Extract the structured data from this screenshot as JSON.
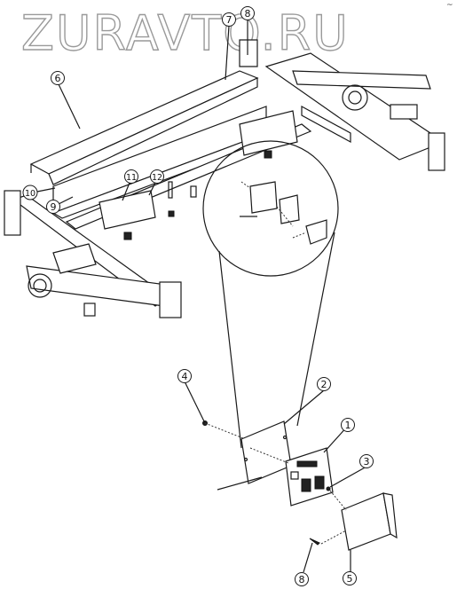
{
  "watermark": "ZURAVTO.RU",
  "corner_mark": "~",
  "callouts": [
    {
      "label": "1"
    },
    {
      "label": "2"
    },
    {
      "label": "3"
    },
    {
      "label": "4"
    },
    {
      "label": "5"
    },
    {
      "label": "6"
    },
    {
      "label": "7"
    },
    {
      "label": "8"
    },
    {
      "label": "8"
    },
    {
      "label": "9"
    },
    {
      "label": "10"
    },
    {
      "label": "11"
    },
    {
      "label": "12"
    }
  ]
}
